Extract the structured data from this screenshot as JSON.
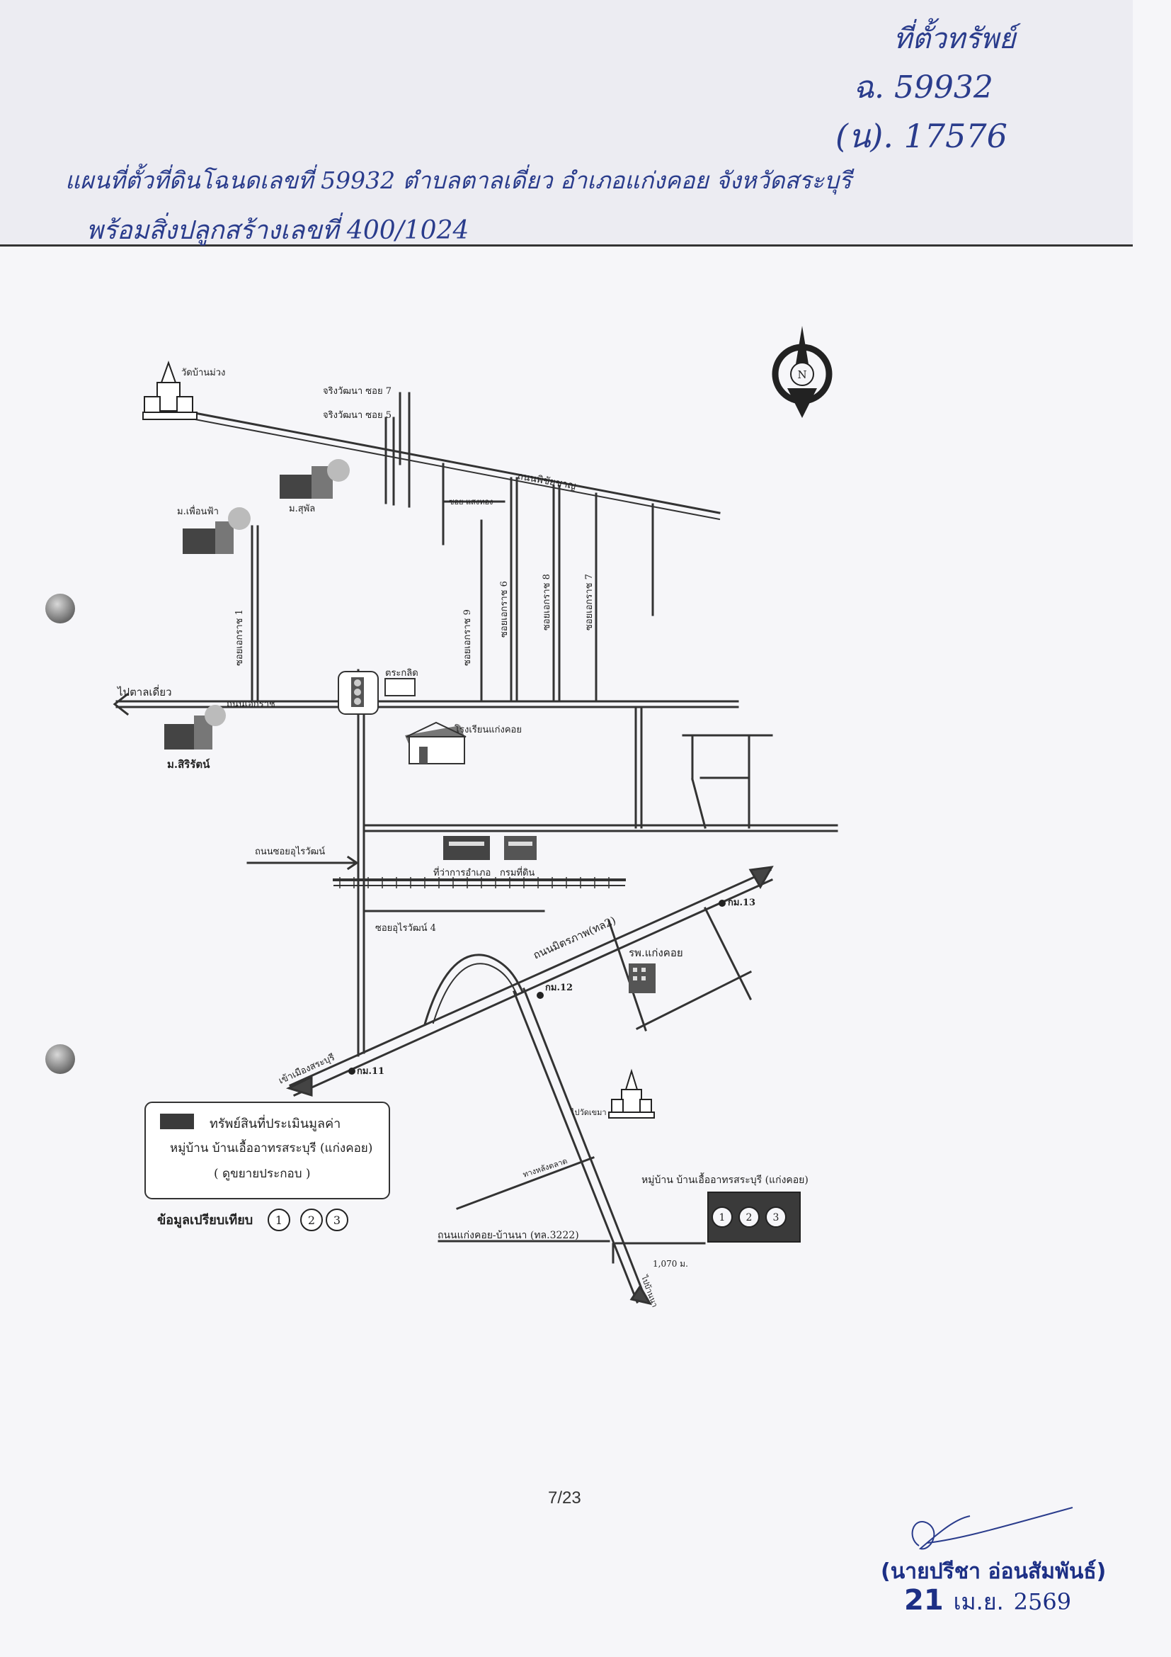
{
  "header": {
    "note_title": "ที่ตั้วทรัพย์",
    "deed_ref": "ฉ. 59932",
    "survey_ref": "(น). 17576",
    "caption_line1": "แผนที่ตั้วที่ดินโฉนดเลขที่ 59932 ตำบลตาลเดี่ยว อำเภอแก่งคอย จังหวัดสระบุรี",
    "caption_line2": "พร้อมสิ่งปลูกสร้างเลขที่ 400/1024"
  },
  "map": {
    "compass_label": "N",
    "labels": {
      "temple_top": "วัดบ้านม่วง",
      "soi_7": "จริงวัฒนา ซอย 7",
      "soi_5": "จริงวัฒนา ซอย 5",
      "main_road_top": "ถนนพิชัยชาญ",
      "soi_sangthong": "ซอย แสงทอง",
      "village_suphalai": "ม.สุพัล",
      "village_pheuanfa": "ม.เพื่อนฟ้า",
      "soi_ekkarat_1": "ซอยเอกราช 1",
      "soi_ekkarat_6": "ซอยเอกราช 6",
      "soi_ekkarat_8": "ซอยเอกราช 8",
      "soi_ekkarat_9": "ซอยเอกราช 9",
      "soi_ekkarat_7": "ซอยเอกราช 7",
      "to_talsiao": "ไปตาลเดี่ยว",
      "road_ekkarat": "ถนนเอกราช",
      "traffic_light": "ตระกลิด",
      "school": "โรงเรียนแก่งคอย",
      "village_sirirat": "ม.สิริรัตน์",
      "road_uraiwan": "ถนนซอยอุไรวัฒน์",
      "district_office": "ที่ว่าการอำเภอ",
      "land_office": "กรมที่ดิน",
      "soi_uraiwan_4": "ซอยอุไรวัฒน์ 4",
      "road_mittraphap": "ถนนมิตรภาพ(ทล2)",
      "km13": "กม.13",
      "km12": "กม.12",
      "km11": "กม.11",
      "hospital": "รพ.แก่งคอย",
      "to_saraburi": "เข้าเมืองสระบุรี",
      "to_temple": "ไปวัดเขมา",
      "road_rear_market": "ทางหลังตลาด",
      "road_3222": "ถนนแก่งคอย-บ้านนา (ทล.3222)",
      "village_label": "หมู่บ้าน บ้านเอื้ออาทรสระบุรี (แก่งคอย)",
      "distance": "1,070 ม.",
      "to_banna": "ไปบ้านนา"
    },
    "legend": {
      "line1": "ทรัพย์สินที่ประเมินมูลค่า",
      "line2": "หมู่บ้าน บ้านเอื้ออาทรสระบุรี (แก่งคอย)",
      "line3": "( ดูขยายประกอบ )"
    },
    "comparables": {
      "label": "ข้อมูลเปรียบเทียบ",
      "markers": [
        "1",
        "2",
        "3"
      ]
    }
  },
  "footer": {
    "page_number": "7/23",
    "stamp_name": "(นายปรีชา อ่อนสัมพันธ์)",
    "stamp_day": "21",
    "stamp_month": "เม.ย.",
    "stamp_year": "2569"
  }
}
